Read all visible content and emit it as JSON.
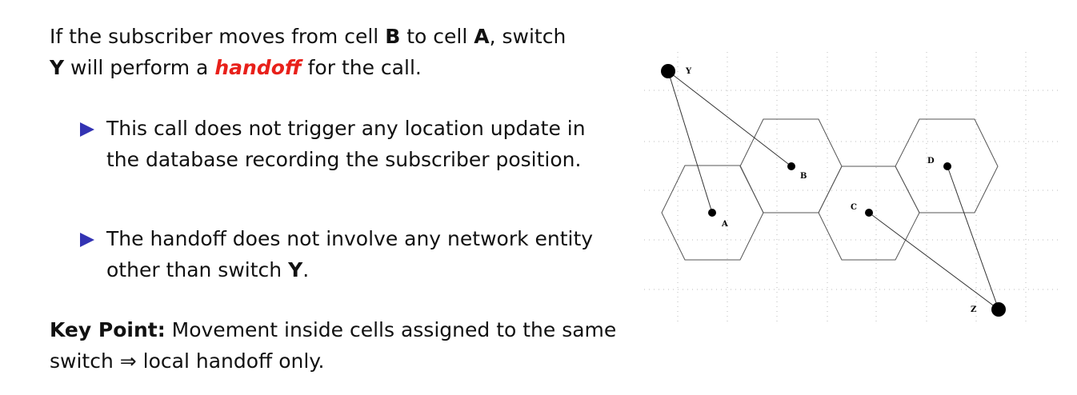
{
  "intro": {
    "t1": "If the subscriber moves from cell ",
    "cellB": "B",
    "t2": " to cell ",
    "cellA": "A",
    "t3": ", switch ",
    "switchY": "Y",
    "t4": " will perform a ",
    "handoff": "handoff",
    "t5": " for the call."
  },
  "bullets": [
    {
      "text": "This call does not trigger any location update in the database recording the subscriber position."
    },
    {
      "text1": "The handoff does not involve any network entity other than switch ",
      "bold": "Y",
      "text2": "."
    }
  ],
  "key_point": {
    "label": "Key Point:",
    "text": " Movement inside cells assigned to the same switch ⇒ local handoff only."
  },
  "diagram": {
    "labels": {
      "Y": "Y",
      "Z": "Z",
      "A": "A",
      "B": "B",
      "C": "C",
      "D": "D"
    }
  },
  "colors": {
    "bullet": "#3333b3",
    "highlight": "#e8201a"
  }
}
